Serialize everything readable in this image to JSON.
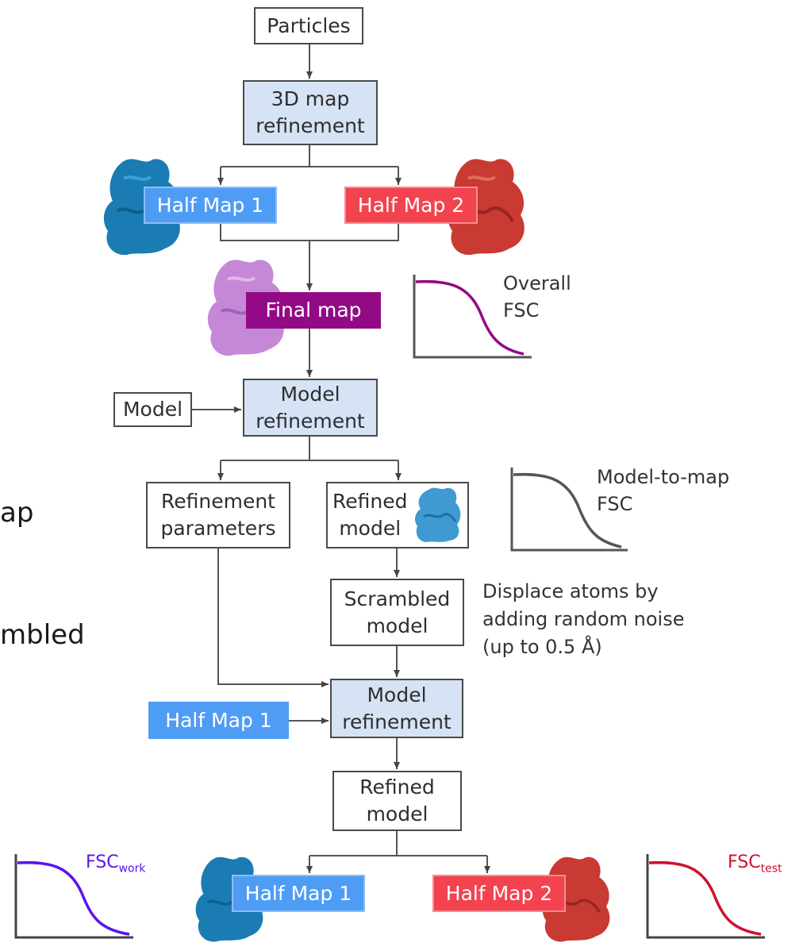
{
  "flowchart": {
    "particles": "Particles",
    "map_refinement": "3D map\nrefinement",
    "half_map_1": "Half Map 1",
    "half_map_2": "Half Map 2",
    "final_map": "Final map",
    "model": "Model",
    "model_refinement": "Model\nrefinement",
    "refinement_parameters": "Refinement\nparameters",
    "refined_model": "Refined\nmodel",
    "scrambled_model": "Scrambled\nmodel",
    "model_refinement_2": "Model\nrefinement",
    "half_map_1_input": "Half Map 1",
    "refined_model_2": "Refined\nmodel",
    "half_map_1_bottom": "Half Map 1",
    "half_map_2_bottom": "Half Map 2"
  },
  "annotations": {
    "overall_fsc": "Overall\nFSC",
    "model_to_map_fsc": "Model-to-map\nFSC",
    "displace_note": "Displace atoms by\nadding random noise\n(up to 0.5 Å)",
    "fsc_work_main": "FSC",
    "fsc_work_sub": "work",
    "fsc_test_main": "FSC",
    "fsc_test_sub": "test"
  },
  "cropped_text": {
    "left_fragment_1": "ap",
    "left_fragment_2": "mbled"
  },
  "colors": {
    "half_map_1": "#4f9cf5",
    "half_map_2": "#f2434e",
    "final_map": "#930a86",
    "refinement_box": "#d6e3f5",
    "fsc_overall_curve": "#930a86",
    "fsc_model_curve": "#555555",
    "fsc_work_curve": "#5a14f0",
    "fsc_test_curve": "#d0102a"
  },
  "icons": [
    "protein-map-blue-icon",
    "protein-map-red-icon",
    "protein-map-purple-icon",
    "refined-model-icon"
  ]
}
